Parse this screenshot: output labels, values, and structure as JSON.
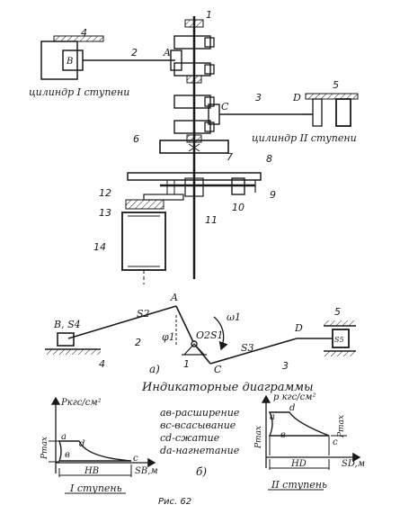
{
  "figure": {
    "caption": "Рис. 62",
    "subfig_a": "а)",
    "subfig_b": "б)",
    "indicator_title": "Индикаторные диаграммы"
  },
  "mechanism": {
    "cyl1_label": "цилиндр I ступени",
    "cyl2_label": "цилиндр II ступени",
    "parts": [
      "1",
      "2",
      "3",
      "4",
      "5",
      "6",
      "7",
      "8",
      "9",
      "10",
      "11",
      "12",
      "13",
      "14"
    ],
    "points": {
      "A": "A",
      "B": "В",
      "C": "C",
      "D": "D"
    }
  },
  "kinematic": {
    "B_S4": "В, S4",
    "S2": "S2",
    "A": "A",
    "phi1": "φ1",
    "omega1": "ω1",
    "O2S1": "O2S1",
    "C": "C",
    "S3": "S3",
    "D": "D",
    "S5": "S5",
    "n1": "1",
    "n2": "2",
    "n3": "3",
    "n4": "4",
    "n5": "5"
  },
  "legend": [
    "ав-расширение",
    "вс-всасывание",
    "cd-сжатие",
    "da-нагнетание"
  ],
  "diagram1": {
    "ylabel": "Pкгс/см²",
    "pmax": "Pmax",
    "a": "a",
    "d": "d",
    "b": "в",
    "c": "c",
    "xlabel": "SB,м",
    "stroke": "HB",
    "stage": "I ступень"
  },
  "diagram2": {
    "ylabel": "p кгс/см²",
    "pmax_left": "Pmax",
    "pmax_right": "Pmax",
    "a": "a",
    "d": "d",
    "b": "в",
    "c": "c",
    "xlabel": "SD,м",
    "stroke": "HD",
    "stage": "II ступень"
  }
}
